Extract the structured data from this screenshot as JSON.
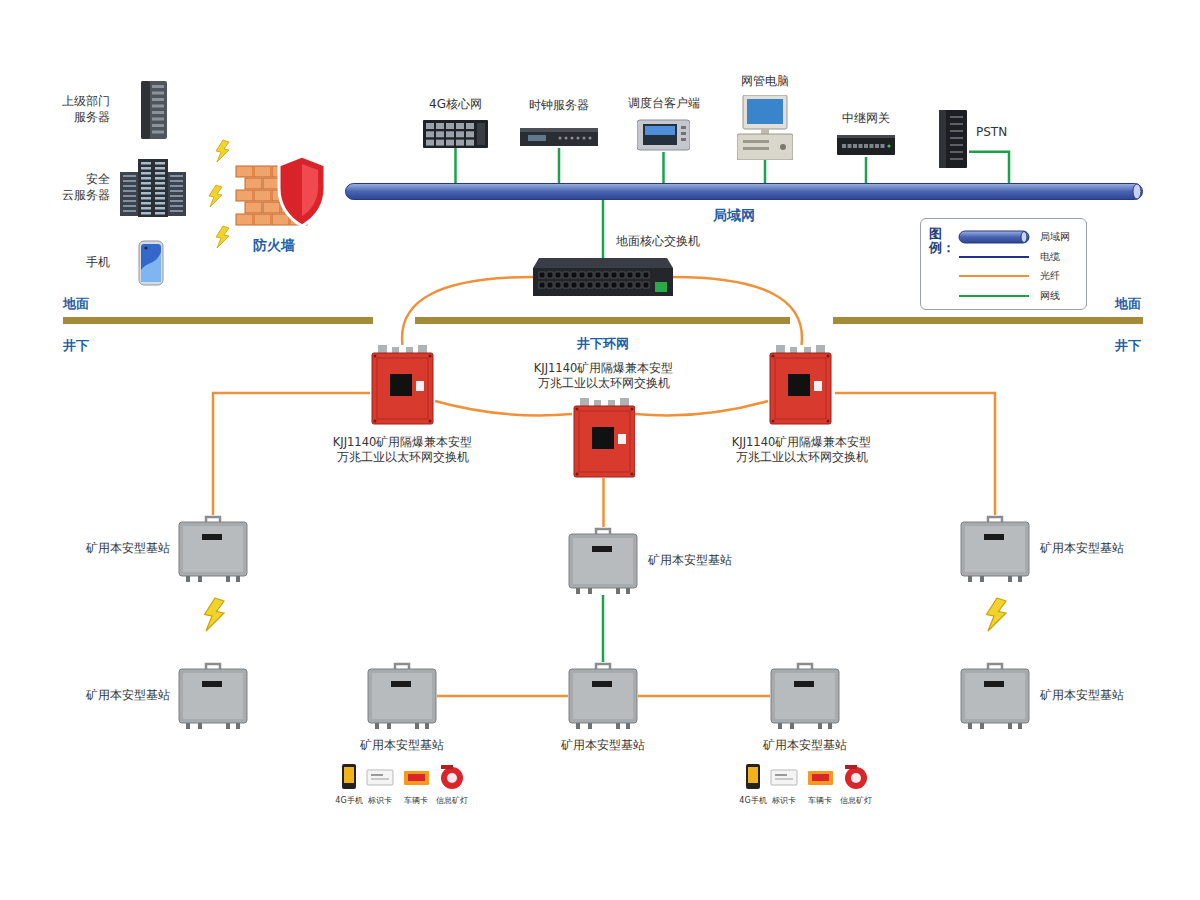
{
  "diagram": {
    "nodes": [
      {
        "text": [
          "上级部门 服务器"
        ]
      },
      {
        "text": [
          "安全 云服务器"
        ]
      },
      {
        "text": [
          "手机"
        ]
      },
      {
        "text": [
          "防火墙"
        ]
      },
      {
        "text": [
          "4G核心网"
        ]
      },
      {
        "text": [
          "时钟服务器"
        ]
      },
      {
        "text": [
          "调度台客户端"
        ]
      },
      {
        "text": [
          "网管电脑"
        ]
      },
      {
        "text": [
          "中继网关"
        ]
      },
      {
        "text": [
          "PSTN"
        ]
      },
      {
        "text": [
          "局域网"
        ]
      },
      {
        "text": [
          "地面核心交换机"
        ]
      },
      {
        "text": [
          "KJJ1140矿用隔爆兼本安型 万兆工业以太环网交换机"
        ]
      },
      {
        "text": [
          "KJJ1140矿用隔爆兼本安型 万兆工业以太环网交换机"
        ]
      },
      {
        "text": [
          "KJJ1140矿用隔爆兼本安型 万兆工业以太环网交换机"
        ]
      },
      {
        "text": [
          "矿用本安型基站"
        ]
      },
      {
        "text": [
          "矿用本安型基站"
        ]
      },
      {
        "text": [
          "矿用本安型基站"
        ]
      },
      {
        "text": [
          "矿用本安型基站"
        ]
      },
      {
        "text": [
          "矿用本安型基站"
        ]
      },
      {
        "text": [
          "矿用本安型基站"
        ]
      },
      {
        "text": [
          "矿用本安型基站"
        ]
      },
      {
        "text": [
          "矿用本安型基站"
        ]
      }
    ],
    "edges": [
      {
        "from": 4,
        "to": 10,
        "arrow": "none"
      },
      {
        "from": 5,
        "to": 10,
        "arrow": "none"
      },
      {
        "from": 6,
        "to": 10,
        "arrow": "none"
      },
      {
        "from": 7,
        "to": 10,
        "arrow": "none"
      },
      {
        "from": 8,
        "to": 10,
        "arrow": "none"
      },
      {
        "from": 9,
        "to": 10,
        "arrow": "none"
      },
      {
        "from": 10,
        "to": 11,
        "arrow": "none"
      },
      {
        "from": 11,
        "to": 12,
        "arrow": "none"
      },
      {
        "from": 11,
        "to": 14,
        "arrow": "none"
      },
      {
        "from": 12,
        "to": 13,
        "arrow": "none"
      },
      {
        "from": 13,
        "to": 14,
        "arrow": "none"
      },
      {
        "from": 12,
        "to": 15,
        "arrow": "none"
      },
      {
        "from": 13,
        "to": 16,
        "arrow": "none"
      },
      {
        "from": 14,
        "to": 17,
        "arrow": "none"
      },
      {
        "from": 16,
        "to": 20,
        "arrow": "none"
      },
      {
        "from": 19,
        "to": 20,
        "arrow": "none"
      },
      {
        "from": 20,
        "to": 21,
        "arrow": "none"
      }
    ],
    "labels": [
      "地面",
      "地面",
      "井下",
      "井下",
      "井下环网",
      "图例：",
      "4G手机",
      "标识卡",
      "车辆卡",
      "信息矿灯",
      "4G手机",
      "标识卡",
      "车辆卡",
      "信息矿灯"
    ],
    "legend": [
      {
        "text": "局域网"
      },
      {
        "text": "电缆"
      },
      {
        "text": "光纤"
      },
      {
        "text": "网线"
      }
    ]
  }
}
